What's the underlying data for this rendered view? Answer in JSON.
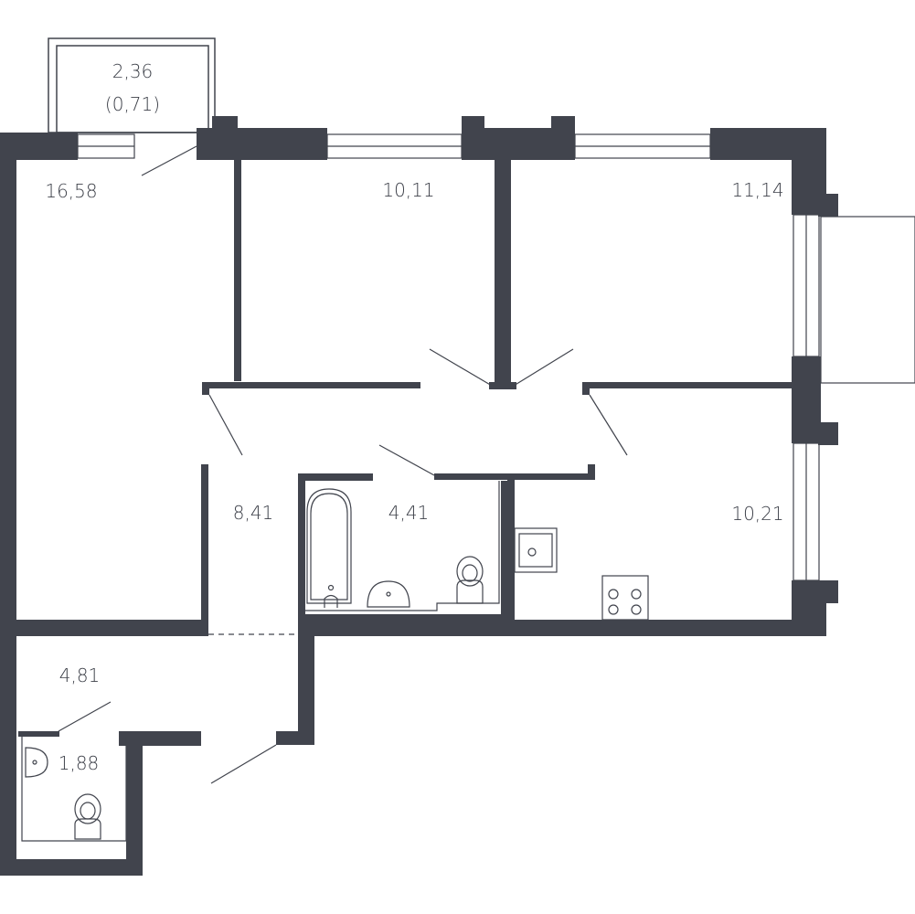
{
  "colors": {
    "wall": "#41444d",
    "line": "#41444d",
    "background": "#ffffff"
  },
  "rooms": {
    "balcony_area": "2,36",
    "balcony_reduced": "(0,71)",
    "living_room": "16,58",
    "bedroom_1": "10,11",
    "bedroom_2": "11,14",
    "hall": "8,41",
    "bathroom": "4,41",
    "kitchen": "10,21",
    "corridor": "4,81",
    "toilet": "1,88"
  }
}
